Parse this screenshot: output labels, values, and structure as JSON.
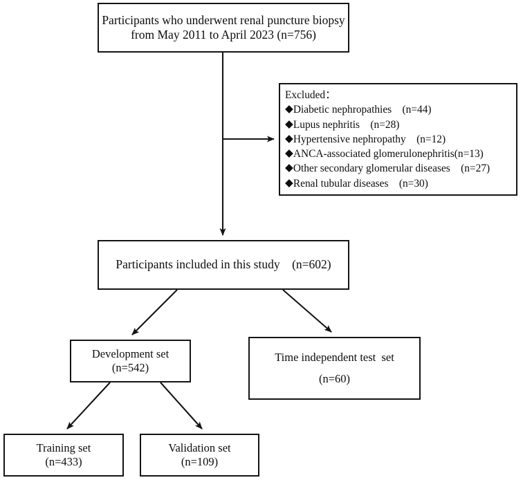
{
  "figure": {
    "type": "flowchart",
    "title": "Participant selection flow diagram",
    "stroke_color": "#141414",
    "background_color": "#ffffff"
  },
  "nodes": {
    "enrolled": {
      "name": "enrolled-participants-box",
      "line1": "Participants who underwent renal puncture biopsy",
      "line2": "from May 2011 to April 2023 (n=756)",
      "count": 756
    },
    "excluded": {
      "name": "excluded-participants-box",
      "heading": "Excluded：",
      "bullet_glyph": "◆",
      "items": [
        {
          "label": "Diabetic nephropathies　(n=44)",
          "count": 44
        },
        {
          "label": "Lupus nephritis　(n=28)",
          "count": 28
        },
        {
          "label": "Hypertensive nephropathy　(n=12)",
          "count": 12
        },
        {
          "label": "ANCA-associated glomerulonephritis(n=13)",
          "count": 13
        },
        {
          "label": "Other secondary glomerular diseases　(n=27)",
          "count": 27
        },
        {
          "label": "Renal tubular diseases　(n=30)",
          "count": 30
        }
      ]
    },
    "included": {
      "name": "included-participants-box",
      "line1": "Participants included in this study　(n=602)",
      "count": 602
    },
    "development": {
      "name": "development-set-box",
      "line1": "Development set",
      "line2": "(n=542)",
      "count": 542
    },
    "testset": {
      "name": "time-independent-test-set-box",
      "line1": "Time independent test  set",
      "line2": "(n=60)",
      "count": 60
    },
    "training": {
      "name": "training-set-box",
      "line1": "Training set",
      "line2": "(n=433)",
      "count": 433
    },
    "validation": {
      "name": "validation-set-box",
      "line1": "Validation set",
      "line2": "(n=109)",
      "count": 109
    }
  },
  "edges": [
    {
      "from": "enrolled",
      "to": "excluded",
      "style": "elbow-right-arrow"
    },
    {
      "from": "enrolled",
      "to": "included",
      "style": "straight-down-arrow"
    },
    {
      "from": "included",
      "to": "development",
      "style": "diagonal-left-arrow"
    },
    {
      "from": "included",
      "to": "testset",
      "style": "diagonal-right-arrow"
    },
    {
      "from": "development",
      "to": "training",
      "style": "diagonal-left-arrow"
    },
    {
      "from": "development",
      "to": "validation",
      "style": "diagonal-right-arrow"
    }
  ]
}
